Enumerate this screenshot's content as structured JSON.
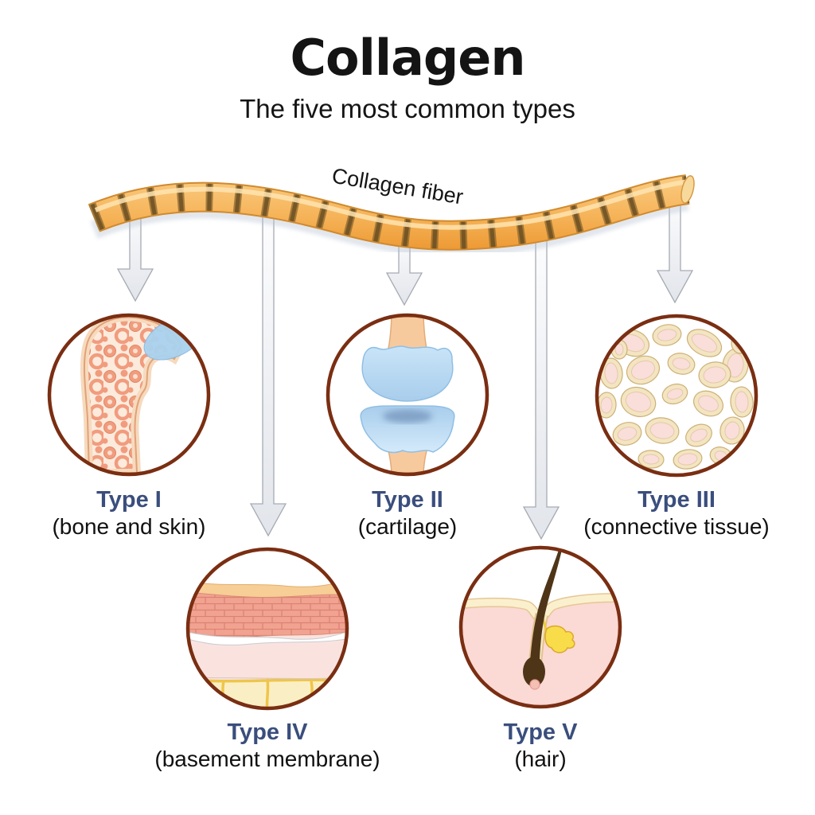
{
  "title": "Collagen",
  "subtitle": "The five most common types",
  "fiber_label": "Collagen fiber",
  "types": [
    {
      "id": "I",
      "title": "Type I",
      "subtitle": "(bone and skin)",
      "illustration": "bone-cross-section"
    },
    {
      "id": "II",
      "title": "Type II",
      "subtitle": "(cartilage)",
      "illustration": "joint-cartilage"
    },
    {
      "id": "III",
      "title": "Type III",
      "subtitle": "(connective tissue)",
      "illustration": "connective-tissue-mesh"
    },
    {
      "id": "IV",
      "title": "Type IV",
      "subtitle": "(basement membrane)",
      "illustration": "skin-layers"
    },
    {
      "id": "V",
      "title": "Type V",
      "subtitle": "(hair)",
      "illustration": "hair-follicle"
    }
  ],
  "colors": {
    "ring": "#7A2E12",
    "label_blue": "#3A4E7D",
    "fiber_orange": "#F5AE4E",
    "fiber_stripe": "#7C5B28",
    "arrow_fill": "#ECEFF3",
    "cartilage_blue": "#BDDCF4",
    "bone_cream": "#F6DABE",
    "trabecular_salmon": "#F19C7E",
    "skin_pink": "#FBD9D4",
    "fat_yellow": "#FAEFC4"
  }
}
